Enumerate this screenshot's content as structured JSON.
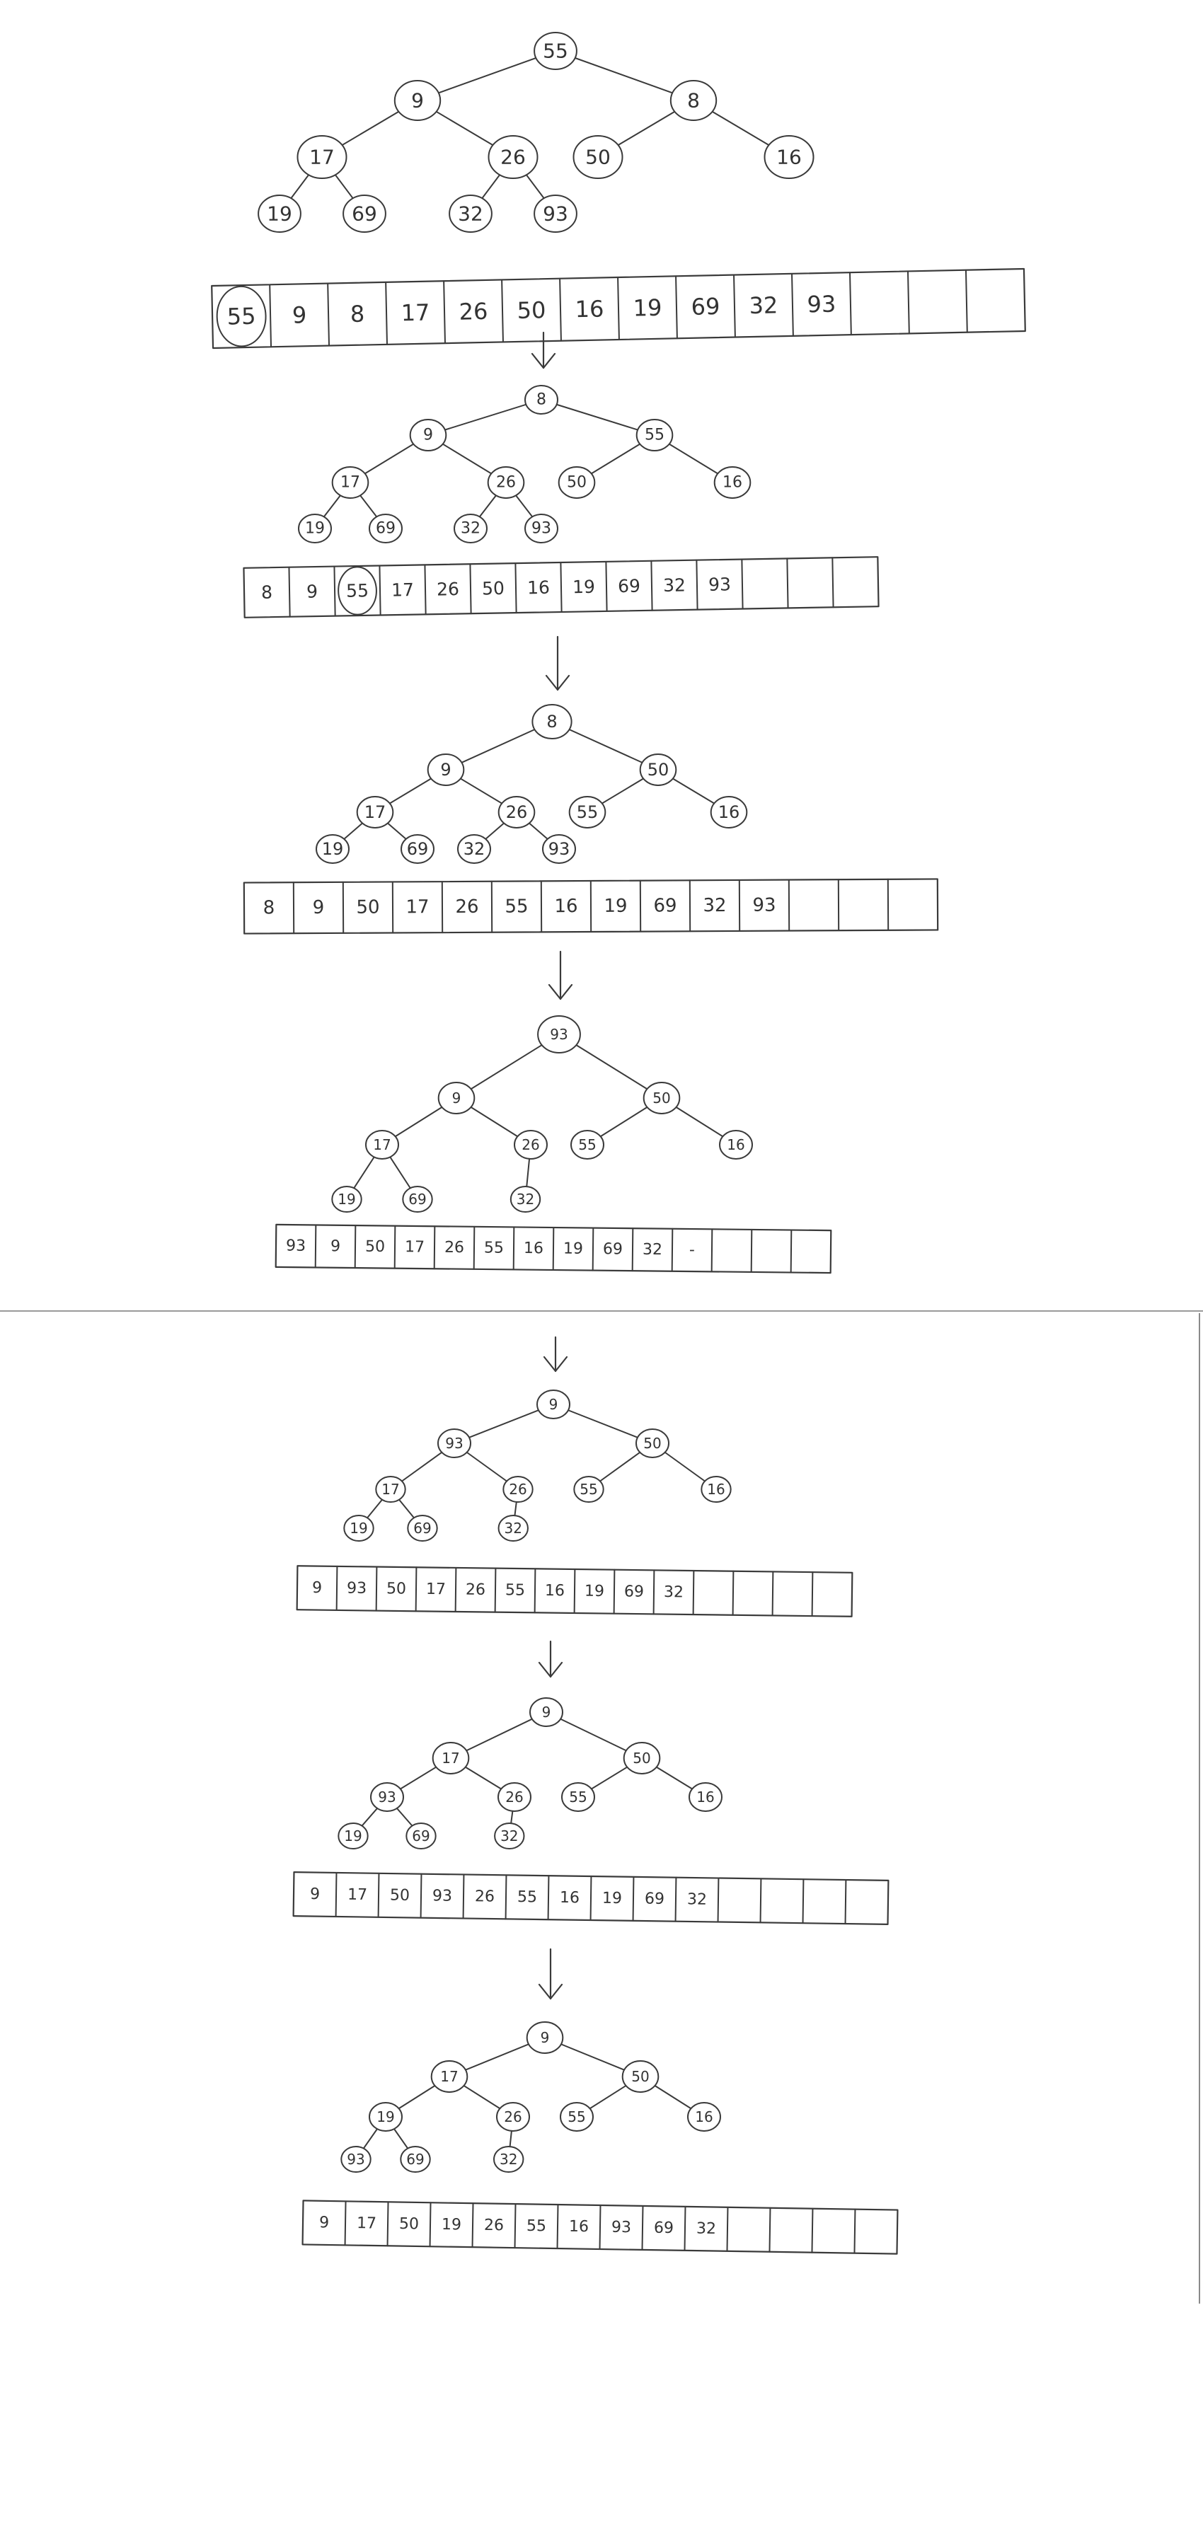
{
  "diagram": {
    "steps": [
      {
        "tree": {
          "value": "55",
          "children": [
            {
              "value": "9",
              "children": [
                {
                  "value": "17",
                  "children": [
                    {
                      "value": "19"
                    },
                    {
                      "value": "69"
                    }
                  ]
                },
                {
                  "value": "26",
                  "children": [
                    {
                      "value": "32"
                    },
                    {
                      "value": "93"
                    }
                  ]
                }
              ]
            },
            {
              "value": "8",
              "children": [
                {
                  "value": "50"
                },
                {
                  "value": "16"
                }
              ]
            }
          ]
        },
        "array": [
          "55",
          "9",
          "8",
          "17",
          "26",
          "50",
          "16",
          "19",
          "69",
          "32",
          "93",
          "",
          "",
          ""
        ],
        "highlight": [
          0
        ]
      },
      {
        "tree": {
          "value": "8",
          "children": [
            {
              "value": "9",
              "children": [
                {
                  "value": "17",
                  "children": [
                    {
                      "value": "19"
                    },
                    {
                      "value": "69"
                    }
                  ]
                },
                {
                  "value": "26",
                  "children": [
                    {
                      "value": "32"
                    },
                    {
                      "value": "93"
                    }
                  ]
                }
              ]
            },
            {
              "value": "55",
              "children": [
                {
                  "value": "50"
                },
                {
                  "value": "16"
                }
              ]
            }
          ]
        },
        "array": [
          "8",
          "9",
          "55",
          "17",
          "26",
          "50",
          "16",
          "19",
          "69",
          "32",
          "93",
          "",
          "",
          ""
        ],
        "highlight": [
          2
        ]
      },
      {
        "tree": {
          "value": "8",
          "children": [
            {
              "value": "9",
              "children": [
                {
                  "value": "17",
                  "children": [
                    {
                      "value": "19"
                    },
                    {
                      "value": "69"
                    }
                  ]
                },
                {
                  "value": "26",
                  "children": [
                    {
                      "value": "32"
                    },
                    {
                      "value": "93"
                    }
                  ]
                }
              ]
            },
            {
              "value": "50",
              "children": [
                {
                  "value": "55"
                },
                {
                  "value": "16"
                }
              ]
            }
          ]
        },
        "array": [
          "8",
          "9",
          "50",
          "17",
          "26",
          "55",
          "16",
          "19",
          "69",
          "32",
          "93",
          "",
          "",
          ""
        ],
        "highlight": []
      },
      {
        "tree": {
          "value": "93",
          "children": [
            {
              "value": "9",
              "children": [
                {
                  "value": "17",
                  "children": [
                    {
                      "value": "19"
                    },
                    {
                      "value": "69"
                    }
                  ]
                },
                {
                  "value": "26",
                  "children": [
                    {
                      "value": "32"
                    }
                  ]
                }
              ]
            },
            {
              "value": "50",
              "children": [
                {
                  "value": "55"
                },
                {
                  "value": "16"
                }
              ]
            }
          ]
        },
        "array": [
          "93",
          "9",
          "50",
          "17",
          "26",
          "55",
          "16",
          "19",
          "69",
          "32",
          "-",
          "",
          "",
          ""
        ],
        "highlight": []
      },
      {
        "tree": {
          "value": "9",
          "children": [
            {
              "value": "93",
              "children": [
                {
                  "value": "17",
                  "children": [
                    {
                      "value": "19"
                    },
                    {
                      "value": "69"
                    }
                  ]
                },
                {
                  "value": "26",
                  "children": [
                    {
                      "value": "32"
                    }
                  ]
                }
              ]
            },
            {
              "value": "50",
              "children": [
                {
                  "value": "55"
                },
                {
                  "value": "16"
                }
              ]
            }
          ]
        },
        "array": [
          "9",
          "93",
          "50",
          "17",
          "26",
          "55",
          "16",
          "19",
          "69",
          "32",
          "",
          "",
          "",
          ""
        ],
        "highlight": []
      },
      {
        "tree": {
          "value": "9",
          "children": [
            {
              "value": "17",
              "children": [
                {
                  "value": "93",
                  "children": [
                    {
                      "value": "19"
                    },
                    {
                      "value": "69"
                    }
                  ]
                },
                {
                  "value": "26",
                  "children": [
                    {
                      "value": "32"
                    }
                  ]
                }
              ]
            },
            {
              "value": "50",
              "children": [
                {
                  "value": "55"
                },
                {
                  "value": "16"
                }
              ]
            }
          ]
        },
        "array": [
          "9",
          "17",
          "50",
          "93",
          "26",
          "55",
          "16",
          "19",
          "69",
          "32",
          "",
          "",
          "",
          ""
        ],
        "highlight": []
      },
      {
        "tree": {
          "value": "9",
          "children": [
            {
              "value": "17",
              "children": [
                {
                  "value": "19",
                  "children": [
                    {
                      "value": "93"
                    },
                    {
                      "value": "69"
                    }
                  ]
                },
                {
                  "value": "26",
                  "children": [
                    {
                      "value": "32"
                    }
                  ]
                }
              ]
            },
            {
              "value": "50",
              "children": [
                {
                  "value": "55"
                },
                {
                  "value": "16"
                }
              ]
            }
          ]
        },
        "array": [
          "9",
          "17",
          "50",
          "19",
          "26",
          "55",
          "16",
          "93",
          "69",
          "32",
          "",
          "",
          "",
          ""
        ],
        "highlight": []
      }
    ]
  },
  "colors": {
    "ink": "#3a3a3a",
    "paper": "#ffffff",
    "divider": "#9a9a9a"
  }
}
